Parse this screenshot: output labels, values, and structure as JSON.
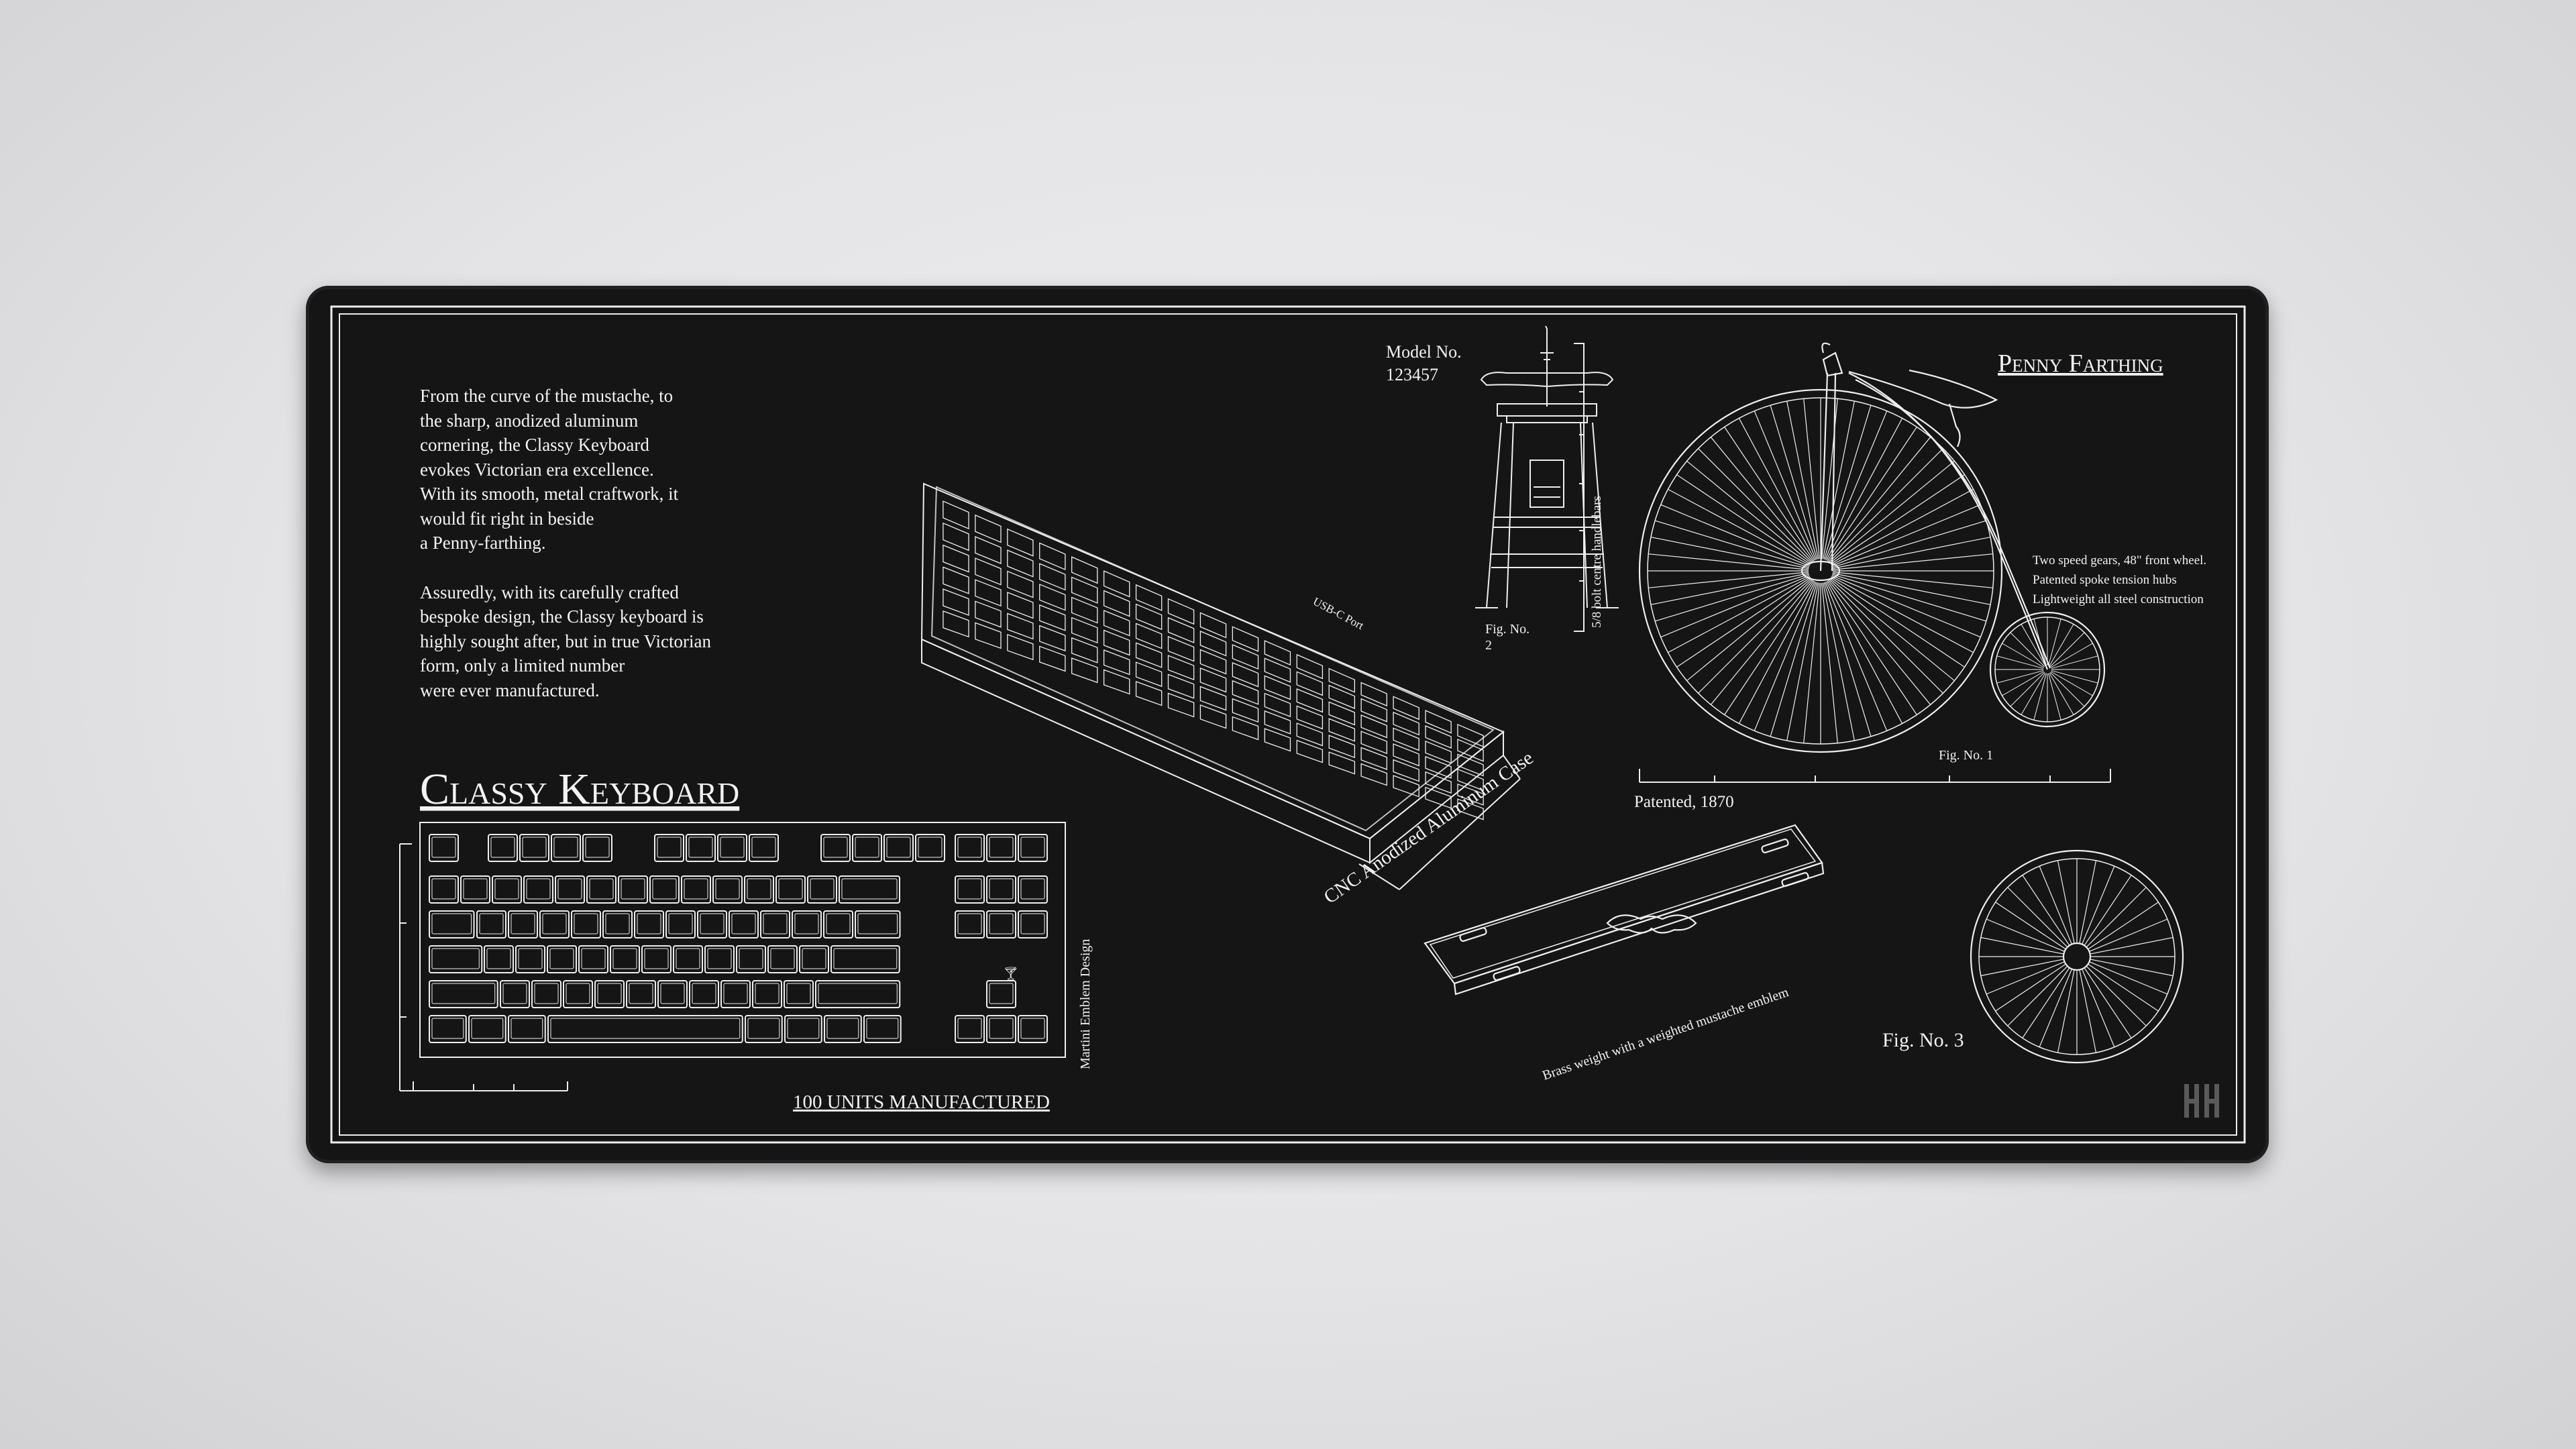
{
  "description": {
    "paragraph_1": "From the curve of the mustache, to\nthe sharp, anodized aluminum\ncornering, the Classy Keyboard\nevokes Victorian era excellence.\nWith its smooth, metal craftwork, it\nwould fit right in beside\na Penny-farthing.",
    "paragraph_2": "Assuredly, with its carefully crafted\nbespoke design, the Classy keyboard is\nhighly sought after, but in true Victorian\nform, only a limited number\nwere ever manufactured."
  },
  "keyboard": {
    "title": "Classy Keyboard",
    "units_label": "100 UNITS MANUFACTURED",
    "emblem_label": "Martini Emblem Design",
    "case_label": "CNC Anodized Aluminum Case",
    "port_label": "USB-C Port",
    "weight_label": "Brass weight with a weighted mustache emblem"
  },
  "fig2": {
    "model_label": "Model No.",
    "model_number": "123457",
    "fig_label": "Fig. No.",
    "fig_number": "2",
    "handlebar_label": "5/8 bolt centre handlebars"
  },
  "penny_farthing": {
    "title": "Penny Farthing",
    "spec_1": "Two speed gears, 48\" front wheel.",
    "spec_2": "Patented spoke tension hubs",
    "spec_3": "Lightweight all steel construction",
    "fig_label": "Fig. No. 1",
    "patent_label": "Patented, 1870"
  },
  "fig3": {
    "label": "Fig. No. 3"
  },
  "brand": {
    "logo_icon": "hh-monogram-icon"
  },
  "colors": {
    "mat": "#151515",
    "line": "#eeeeee",
    "background": "#e2e2e4"
  }
}
